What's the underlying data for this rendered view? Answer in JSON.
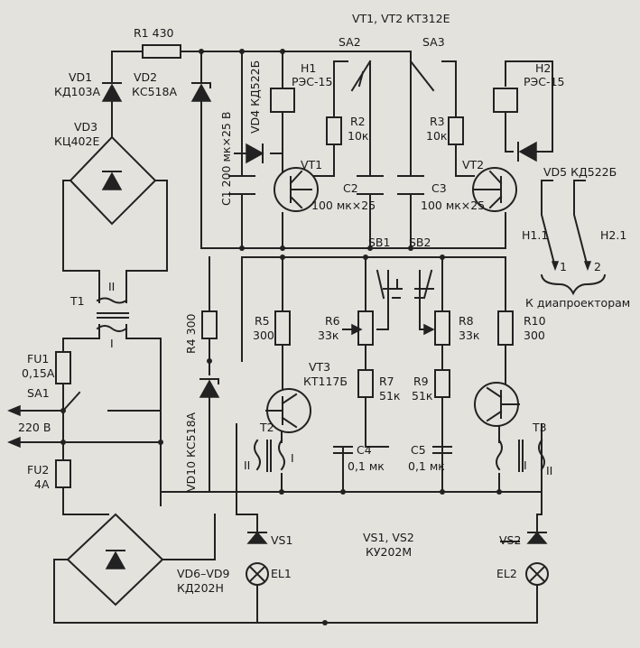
{
  "labels": {
    "r1": "R1  430",
    "vt12": "VT1, VT2 КТ312Е",
    "sa2": "SA2",
    "sa3": "SA3",
    "vd1a": "VD1",
    "vd1b": "КД103А",
    "vd2a": "VD2",
    "vd2b": "КС518А",
    "vd4": "VD4  КД522Б",
    "h1a": "Н1",
    "h1b": "РЭС-15",
    "h2a": "Н2",
    "h2b": "РЭС-15",
    "vd3a": "VD3",
    "vd3b": "КЦ402Е",
    "c1": "C1  200 мк×25 В",
    "r2a": "R2",
    "r2b": "10к",
    "r3a": "R3",
    "r3b": "10к",
    "vt1": "VT1",
    "vt2": "VT2",
    "vd5": "VD5  КД522Б",
    "c2a": "C2",
    "c2b": "100 мк×25",
    "c3a": "C3",
    "c3b": "100 мк×25",
    "h11": "Н1.1",
    "h21": "Н2.1",
    "out1": "1",
    "out2": "2",
    "kdia": "К диапроекторам",
    "sb1": "SB1",
    "sb2": "SB2",
    "t1": "T1",
    "t1ii": "II",
    "t1i": "I",
    "r5a": "R5",
    "r5b": "300",
    "r6a": "R6",
    "r6b": "33к",
    "r8a": "R8",
    "r8b": "33к",
    "r10a": "R10",
    "r10b": "300",
    "r4": "R4  300",
    "fu1a": "FU1",
    "fu1b": "0,15А",
    "sa1": "SA1",
    "vt3a": "VT3",
    "vt3b": "КТ117Б",
    "r7a": "R7",
    "r7b": "51к",
    "r9a": "R9",
    "r9b": "51к",
    "v220": "220 В",
    "vd10": "VD10  КС518А",
    "t2": "T2",
    "t3": "T3",
    "t2ii": "II",
    "t2i": "I",
    "t3i": "I",
    "t3ii": "II",
    "fu2a": "FU2",
    "fu2b": "4А",
    "c4a": "C4",
    "c4b": "0,1 мк",
    "c5a": "C5",
    "c5b": "0,1 мк",
    "vs1": "VS1",
    "vs12a": "VS1, VS2",
    "vs12b": "КУ202М",
    "vs2": "VS2",
    "el1": "EL1",
    "el2": "EL2",
    "vd69a": "VD6–VD9",
    "vd69b": "КД202Н"
  }
}
